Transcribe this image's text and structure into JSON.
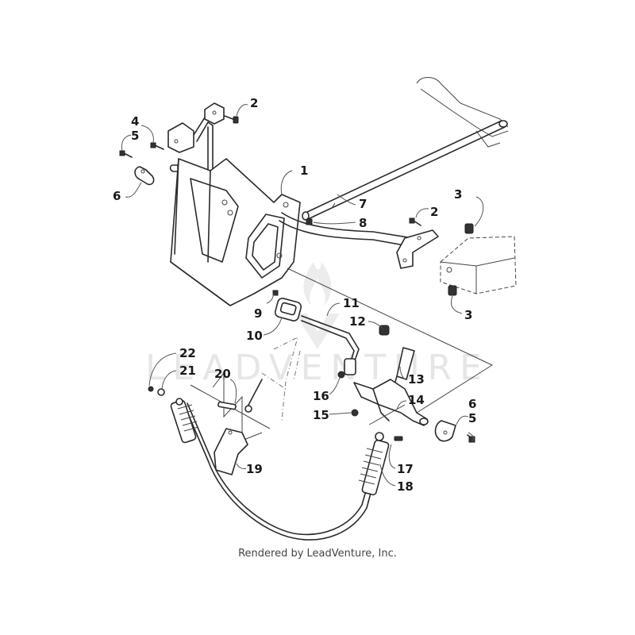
{
  "diagram": {
    "title": "Parts diagram - shift bracket, shift rods and shift cable",
    "watermark": "LEADVENTURE",
    "callouts": [
      {
        "id": "c1",
        "label": "1"
      },
      {
        "id": "c2a",
        "label": "2"
      },
      {
        "id": "c2b",
        "label": "2"
      },
      {
        "id": "c3a",
        "label": "3"
      },
      {
        "id": "c3b",
        "label": "3"
      },
      {
        "id": "c4",
        "label": "4"
      },
      {
        "id": "c5a",
        "label": "5"
      },
      {
        "id": "c5b",
        "label": "5"
      },
      {
        "id": "c6a",
        "label": "6"
      },
      {
        "id": "c6b",
        "label": "6"
      },
      {
        "id": "c7",
        "label": "7"
      },
      {
        "id": "c8",
        "label": "8"
      },
      {
        "id": "c9",
        "label": "9"
      },
      {
        "id": "c10",
        "label": "10"
      },
      {
        "id": "c11",
        "label": "11"
      },
      {
        "id": "c12",
        "label": "12"
      },
      {
        "id": "c13",
        "label": "13"
      },
      {
        "id": "c14",
        "label": "14"
      },
      {
        "id": "c15",
        "label": "15"
      },
      {
        "id": "c16",
        "label": "16"
      },
      {
        "id": "c17",
        "label": "17"
      },
      {
        "id": "c18",
        "label": "18"
      },
      {
        "id": "c19",
        "label": "19"
      },
      {
        "id": "c20",
        "label": "20"
      },
      {
        "id": "c21",
        "label": "21"
      },
      {
        "id": "c22",
        "label": "22"
      }
    ]
  },
  "footer": {
    "credit": "Rendered by LeadVenture, Inc."
  }
}
